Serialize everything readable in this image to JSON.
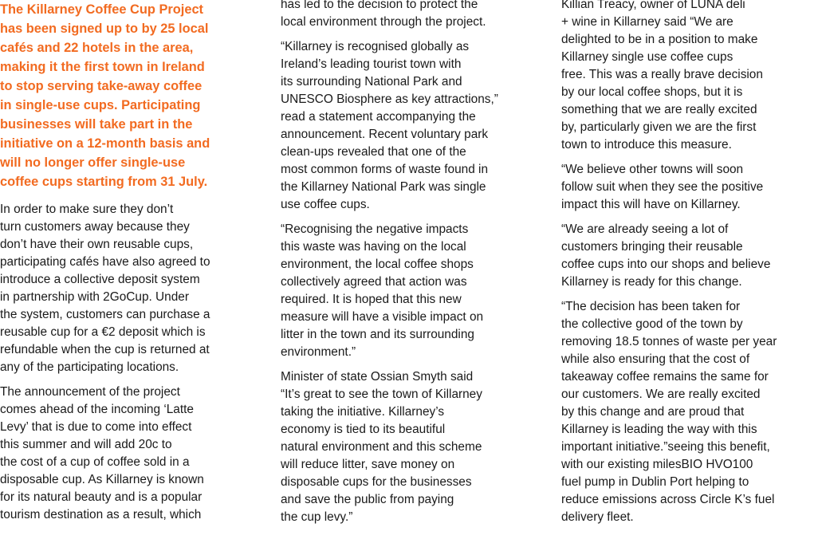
{
  "article": {
    "column1": {
      "lead": "The Killarney Coffee Cup Project\nhas been signed up to by 25 local\ncafés and 22 hotels in the area,\nmaking it the first town in Ireland\nto stop serving take-away coffee\nin single-use cups.  Participating\nbusinesses will take part in the\ninitiative on a 12-month basis and\nwill no longer offer single-use\ncoffee cups starting from 31 July.",
      "paragraphs": [
        "In order to make sure they don’t\nturn customers away because they\ndon’t have their own reusable cups,\nparticipating cafés have also agreed to\nintroduce a collective deposit system\nin partnership with 2GoCup. Under\nthe system, customers can purchase a\nreusable cup for a €2 deposit which is\nrefundable when the cup is returned at\nany of the participating locations.",
        "The announcement of the project\ncomes ahead of the incoming ‘Latte\nLevy’ that is due to come into effect\nthis summer and will add 20c to\nthe cost of a cup of coffee sold in a\ndisposable cup.  As Killarney is known\nfor its natural beauty and is a popular\ntourism destination as a result, which"
      ]
    },
    "column2": {
      "paragraphs": [
        "has led to the decision to protect the\nlocal environment through the project.",
        "“Killarney is recognised globally as\nIreland’s leading tourist town with\nits surrounding National Park and\nUNESCO Biosphere as key attractions,”\nread a statement accompanying the\nannouncement. Recent voluntary park\nclean-ups revealed that one of the\nmost common forms of waste found in\nthe Killarney National Park was single\nuse coffee cups.",
        "“Recognising the negative impacts\nthis waste was having on the local\nenvironment, the local coffee shops\ncollectively agreed that action was\nrequired. It is hoped that this new\nmeasure will have a visible impact on\nlitter in the town and its surrounding\nenvironment.”",
        "Minister of state Ossian Smyth said\n“It’s great to see the town of Killarney\ntaking the initiative. Killarney’s\neconomy is tied to its beautiful\nnatural environment and this scheme\nwill reduce litter, save money on\ndisposable cups for the businesses\nand save the public from paying\nthe cup levy.”"
      ]
    },
    "column3": {
      "paragraphs": [
        "Killian Treacy, owner of LUNA deli\n+ wine in Killarney said “We are\ndelighted to be in a position to make\nKillarney single use coffee cups\nfree. This was a really brave decision\nby our local coffee shops, but it is\nsomething that we are really excited\nby, particularly given we are the first\ntown to introduce this measure.",
        "“We believe other towns will soon\nfollow suit when they see the positive\nimpact this will have on Killarney.",
        "“We are already seeing a lot of\ncustomers bringing their reusable\ncoffee cups into our shops and believe\nKillarney is ready for this change.",
        "“The decision has been taken for\nthe collective good of the town by\nremoving 18.5 tonnes of waste per year\nwhile also ensuring that the cost of\ntakeaway coffee remains the same for\nour customers. We are really excited\nby this change and are proud that\nKillarney is leading the way with this\nimportant initiative.”seeing this benefit,\nwith our existing milesBIO HVO100\nfuel pump in Dublin Port helping to\nreduce emissions across Circle K’s fuel\ndelivery fleet."
      ]
    }
  },
  "colors": {
    "lead_text": "#f26b21",
    "body_text": "#1a1a1a",
    "background": "#ffffff"
  }
}
